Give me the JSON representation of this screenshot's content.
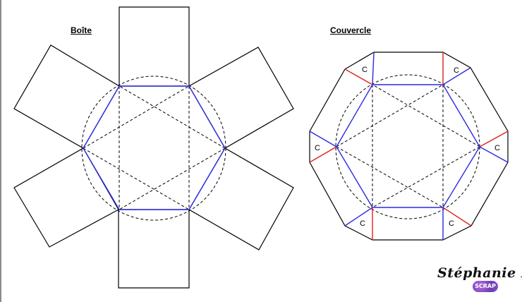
{
  "headers": {
    "box": "Boîte",
    "lid": "Couvercle"
  },
  "lid_flap_label": "C",
  "signature": {
    "name": "Stéphanie K.",
    "badge": "SCRAP"
  },
  "colors": {
    "outline": "#000000",
    "fold": "#2a2ae0",
    "cut": "#e02020",
    "dashed": "#000000",
    "badge": "#8c4fd0"
  }
}
